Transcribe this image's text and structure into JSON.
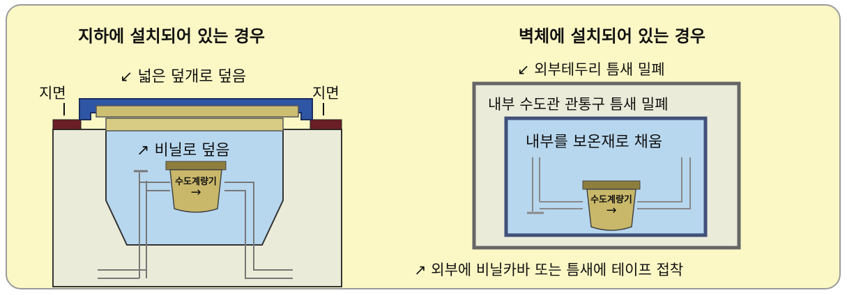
{
  "left": {
    "title": "지하에 설치되어 있는 경우",
    "ground_left": "지면",
    "ground_right": "지면",
    "cover_label": "넓은 덮개로 덮음",
    "vinyl_label": "비닐로 덮음",
    "meter_label": "수도계량기",
    "arrow_glyph": "→"
  },
  "right": {
    "title": "벽체에 설치되어 있는 경우",
    "outer_label": "외부테두리 틈새 밀폐",
    "pipe_label": "내부 수도관 관통구 틈새 밀폐",
    "inner_label": "내부를 보온재로 채움",
    "meter_label": "수도계량기",
    "arrow_glyph": "→",
    "bottom_label": "외부에 비닐카바 또는 틈새에 테이프 접착"
  },
  "arrows": {
    "down_left": "↙",
    "up_right": "↗"
  },
  "colors": {
    "panel_bg": "#fbf8c5",
    "box_bg": "#ebebd9",
    "water_blue": "#b7d7ee",
    "cover_blue": "#2f56a4",
    "lid_gold": "#cdbf72",
    "ground_maroon": "#6a1e25",
    "meter_gold": "#c9b86a",
    "frame_gray": "#666666"
  }
}
